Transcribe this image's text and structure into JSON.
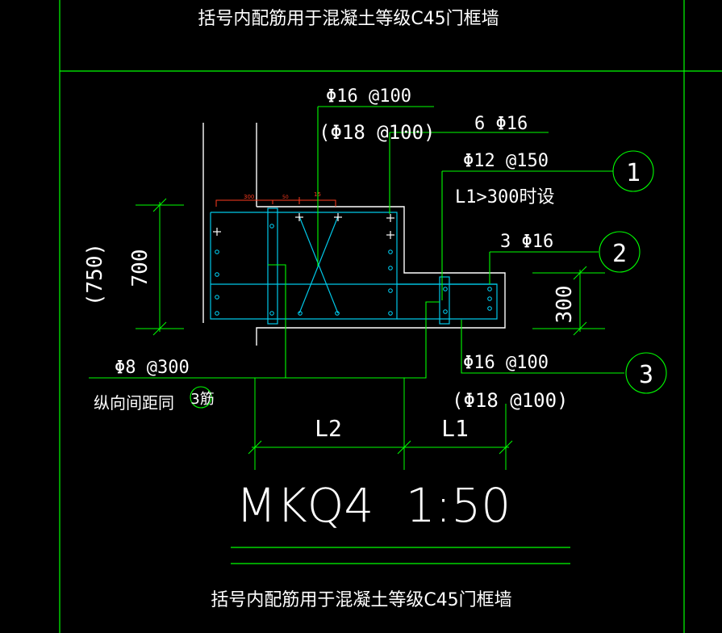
{
  "colors": {
    "background": "#000000",
    "frame": "#00ff00",
    "outline": "#ffffff",
    "rebar": "#00ffff",
    "dim_red": "#ff3b1f",
    "text": "#ffffff"
  },
  "top_note": "括号内配筋用于混凝土等级C45门框墙",
  "bottom_note": "括号内配筋用于混凝土等级C45门框墙",
  "callouts": {
    "phi16_at100_top": "Φ16 @100",
    "phi18_at100_top": "(Φ18 @100)",
    "six_phi16": "6 Φ16",
    "phi12_at150": "Φ12 @150",
    "l1_condition": "L1>300时设",
    "three_phi16": "3 Φ16",
    "phi8_at300": "Φ8 @300",
    "longitudinal_spacing": "纵向间距同",
    "phi16_at100_bottom": "Φ16 @100",
    "phi18_at100_bottom": "(Φ18 @100)"
  },
  "markers": {
    "m1": "1",
    "m2": "2",
    "m3_right": "3",
    "m3_left": "3筋"
  },
  "dimensions": {
    "height_750": "(750)",
    "height_700": "700",
    "height_300": "300",
    "l2": "L2",
    "l1": "L1",
    "small_left": "300",
    "small_mid": "50",
    "small_right": "15"
  },
  "title": {
    "name": "MKQ4",
    "scale": "1:50"
  }
}
